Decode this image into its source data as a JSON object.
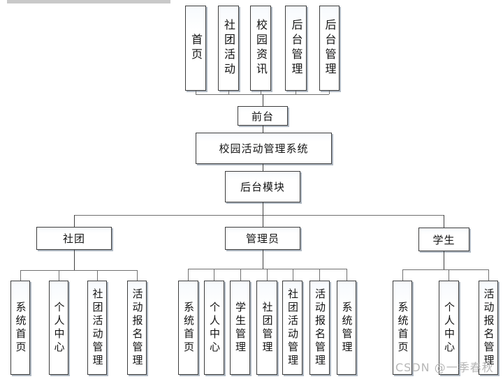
{
  "watermark": "CSDN @一季春秋",
  "colors": {
    "box_border": "#3c3c3c",
    "box_fill": "#ffffff",
    "box_fill_tint": "#f7fafd",
    "box_shadow": "#b0b9c3",
    "connector": "#707070",
    "text": "#141414",
    "watermark": "#b7b7b7",
    "top_bar": "#c9c9c9"
  },
  "tree": {
    "front_items": [
      "首页",
      "社团活动",
      "校园资讯",
      "后台管理",
      "后台管理"
    ],
    "front_label": "前台",
    "root_label": "校园活动管理系统",
    "backend_label": "后台模块",
    "branches": [
      {
        "label": "社团",
        "children": [
          "系统首页",
          "个人中心",
          "社团活动管理",
          "活动报名管理"
        ]
      },
      {
        "label": "管理员",
        "children": [
          "系统首页",
          "个人中心",
          "学生管理",
          "社团管理",
          "社团活动管理",
          "活动报名管理",
          "系统管理"
        ]
      },
      {
        "label": "学生",
        "children": [
          "系统首页",
          "个人中心",
          "活动报名管理"
        ]
      }
    ]
  }
}
